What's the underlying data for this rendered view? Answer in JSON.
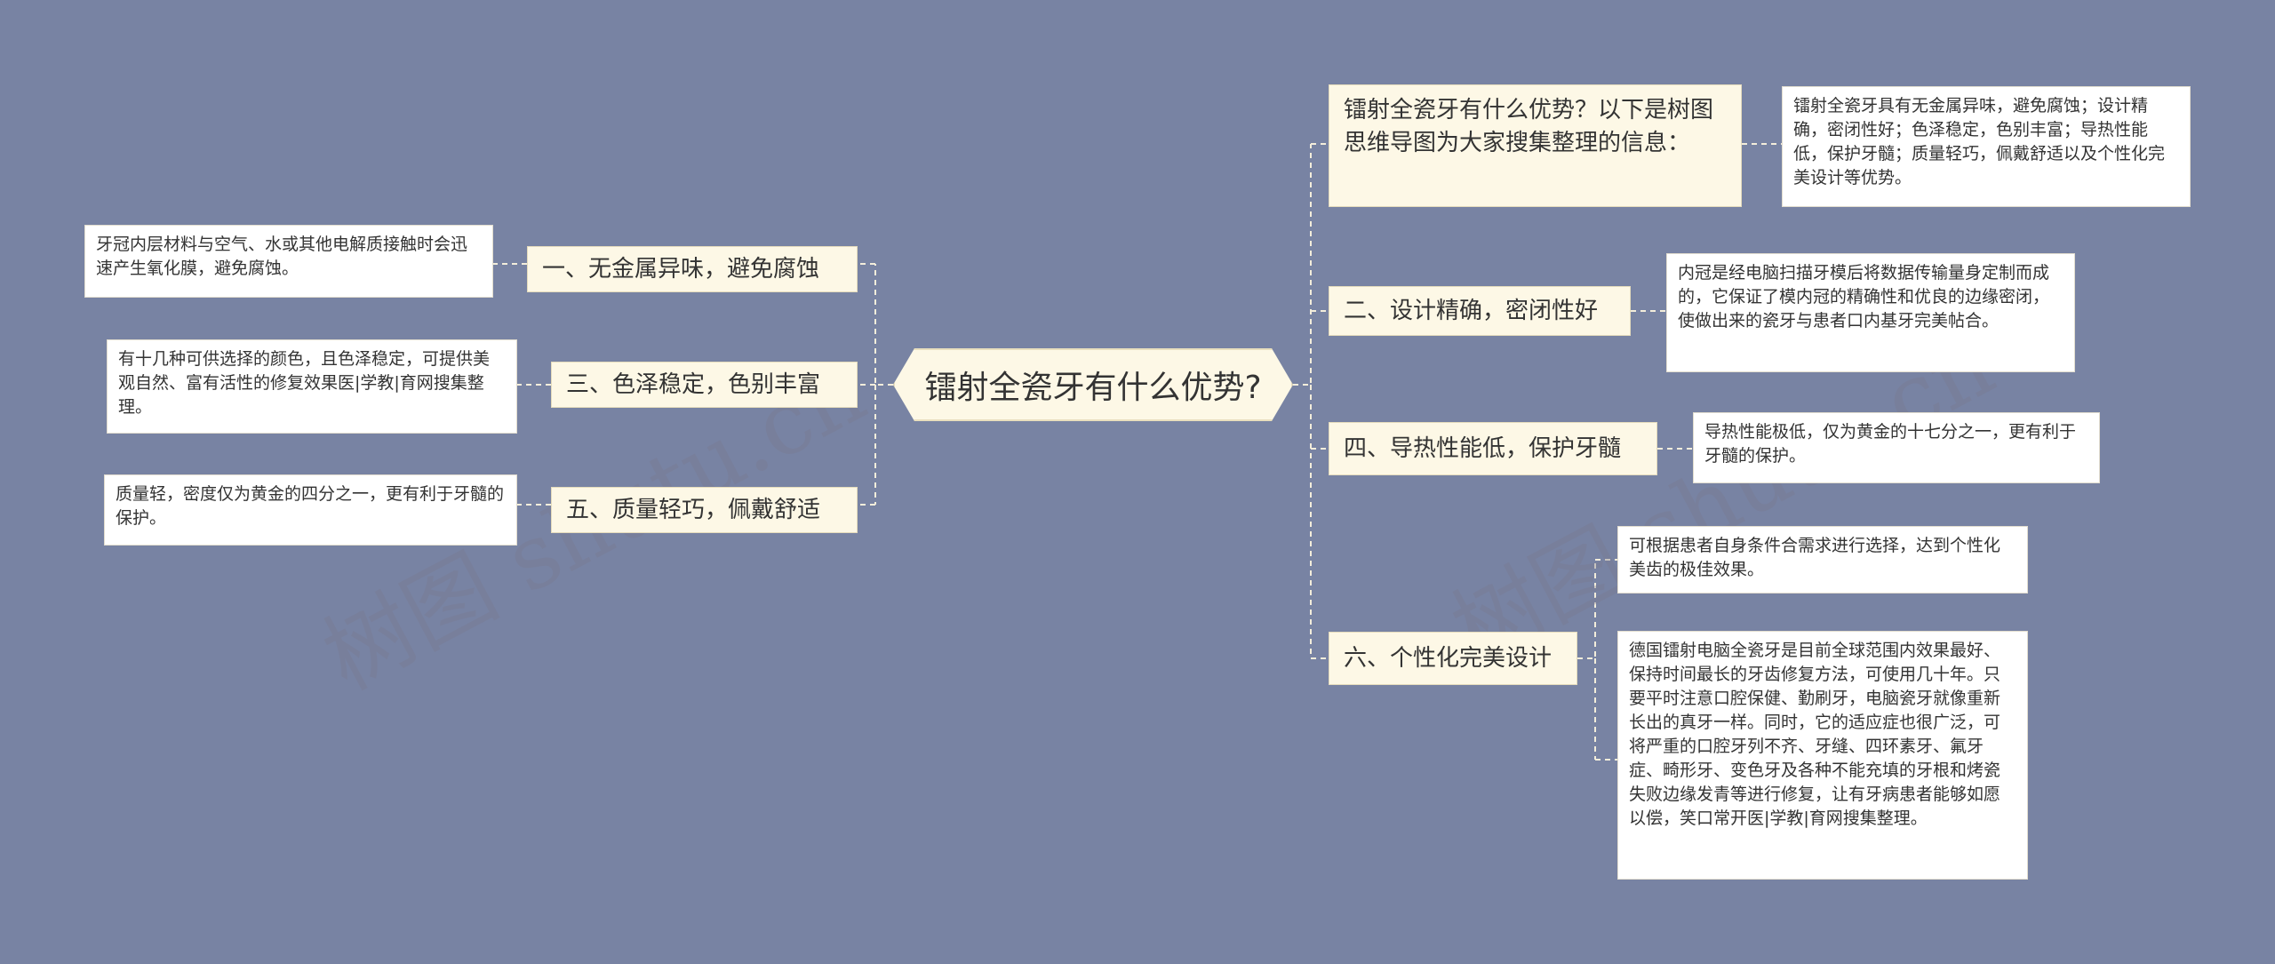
{
  "root": {
    "label": "镭射全瓷牙有什么优势?"
  },
  "left_branches": [
    {
      "label": "一、无金属异味，避免腐蚀",
      "detail": "牙冠内层材料与空气、水或其他电解质接触时会迅速产生氧化膜，避免腐蚀。"
    },
    {
      "label": "三、色泽稳定，色别丰富",
      "detail": "有十几种可供选择的颜色，且色泽稳定，可提供美观自然、富有活性的修复效果医|学教|育网搜集整理。"
    },
    {
      "label": "五、质量轻巧，佩戴舒适",
      "detail": "质量轻，密度仅为黄金的四分之一，更有利于牙髓的保护。"
    }
  ],
  "right_branches": [
    {
      "label": "镭射全瓷牙有什么优势？以下是树图思维导图为大家搜集整理的信息：",
      "detail": "镭射全瓷牙具有无金属异味，避免腐蚀；设计精确，密闭性好；色泽稳定，色别丰富；导热性能低，保护牙髓；质量轻巧，佩戴舒适以及个性化完美设计等优势。"
    },
    {
      "label": "二、设计精确，密闭性好",
      "detail": "内冠是经电脑扫描牙模后将数据传输量身定制而成的，它保证了模内冠的精确性和优良的边缘密闭，使做出来的瓷牙与患者口内基牙完美帖合。"
    },
    {
      "label": "四、导热性能低，保护牙髓",
      "detail": "导热性能极低，仅为黄金的十七分之一，更有利于牙髓的保护。"
    },
    {
      "label": "六、个性化完美设计",
      "details": [
        "可根据患者自身条件合需求进行选择，达到个性化美齿的极佳效果。",
        "德国镭射电脑全瓷牙是目前全球范围内效果最好、保持时间最长的牙齿修复方法，可使用几十年。只要平时注意口腔保健、勤刷牙，电脑瓷牙就像重新长出的真牙一样。同时，它的适应症也很广泛，可将严重的口腔牙列不齐、牙缝、四环素牙、氟牙症、畸形牙、变色牙及各种不能充填的牙根和烤瓷失败边缘发青等进行修复，让有牙病患者能够如愿以偿，笑口常开医|学教|育网搜集整理。"
      ]
    }
  ],
  "watermark": {
    "text": "树图 shutu.cn"
  },
  "colors": {
    "background": "#7883a3",
    "node_fill": "#fdf8e6",
    "leaf_fill": "#ffffff",
    "connector": "#f3eddb"
  }
}
